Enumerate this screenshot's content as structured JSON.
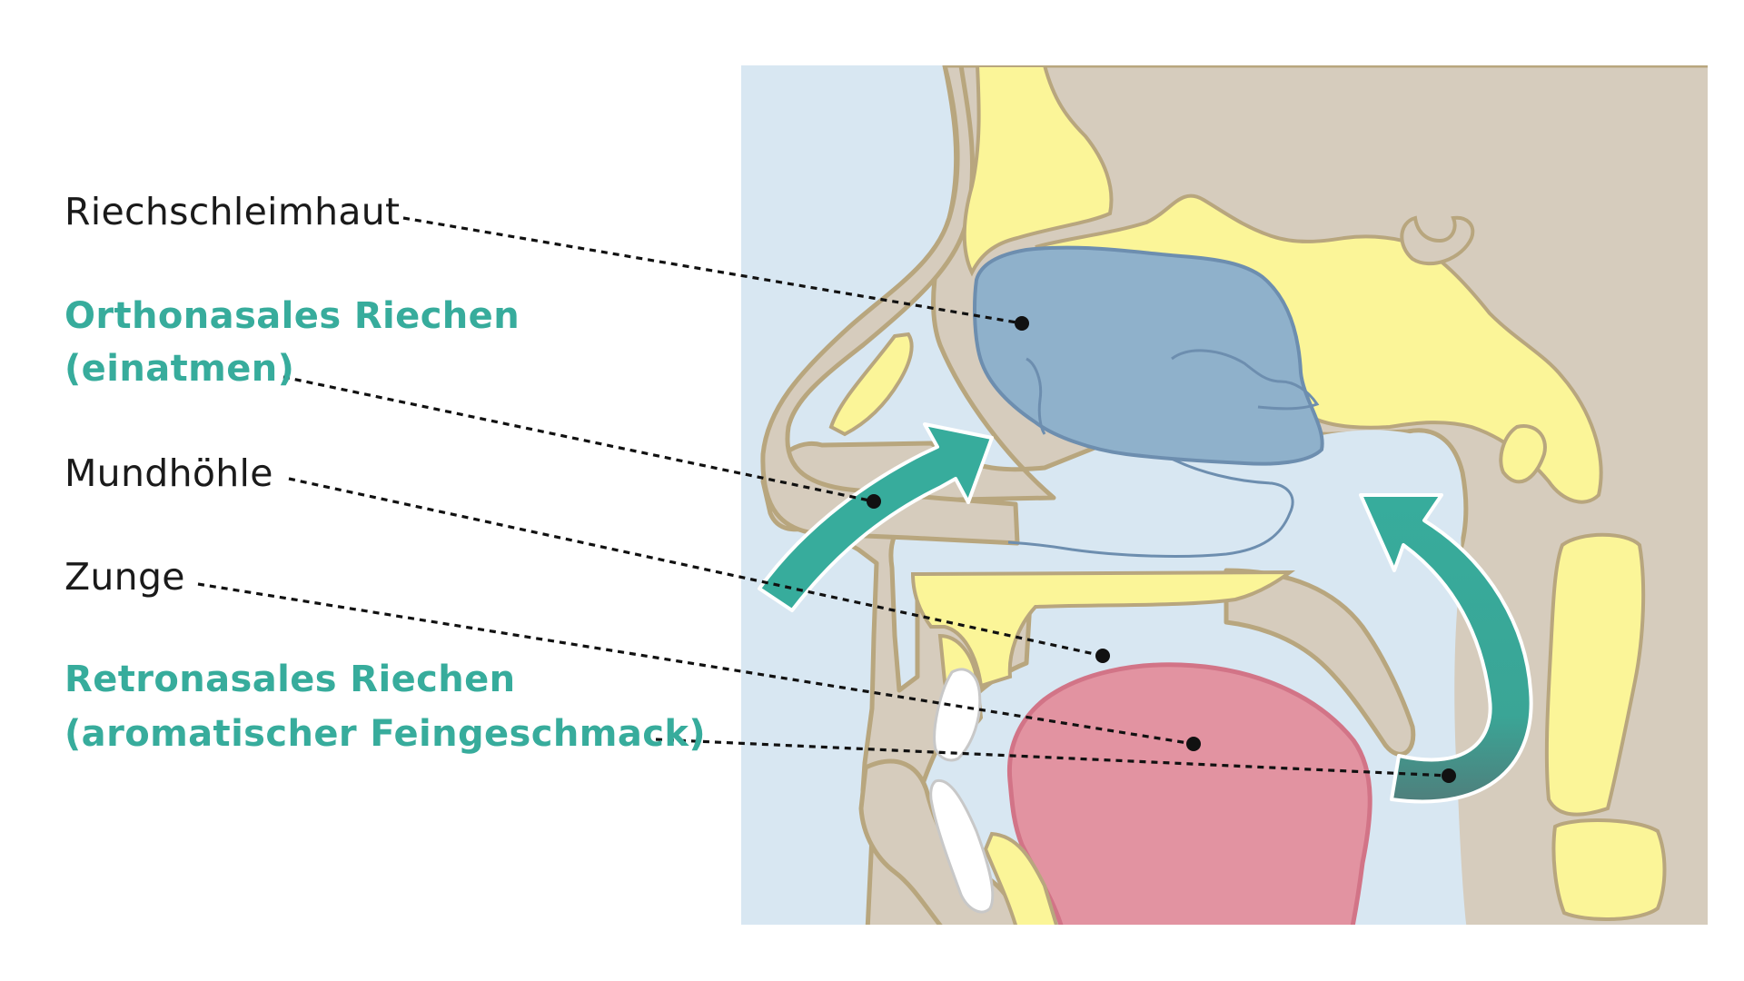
{
  "colors": {
    "background": "#ffffff",
    "air": "#d8e7f2",
    "tissue": "#d6ccbd",
    "tissue_outline": "#b8a67e",
    "bone": "#fbf598",
    "olfactory_mucosa": "#8fb1cb",
    "olfactory_outline": "#6d8eaf",
    "tongue": "#e293a1",
    "tongue_outline": "#d27487",
    "teeth": "#ffffff",
    "arrow": "#37ac9c",
    "accent_text": "#37ac9c",
    "plain_text": "#1a1a1a",
    "leader_line": "#111111"
  },
  "labels": [
    {
      "id": "riechschleimhaut",
      "lines": [
        "Riechschleimhaut"
      ],
      "accent": false
    },
    {
      "id": "orthonasal",
      "lines": [
        "Orthonasales Riechen",
        "(einatmen)"
      ],
      "accent": true
    },
    {
      "id": "mundhoehle",
      "lines": [
        "Mundhöhle"
      ],
      "accent": false
    },
    {
      "id": "zunge",
      "lines": [
        "Zunge"
      ],
      "accent": false
    },
    {
      "id": "retronasal",
      "lines": [
        "Retronasales Riechen",
        "(aromatischer Feingeschmack)"
      ],
      "accent": true
    }
  ],
  "arrows": [
    {
      "id": "orthonasal-airflow",
      "direction": "inward",
      "icon": "curved-arrow-up-right"
    },
    {
      "id": "retronasal-airflow",
      "direction": "upward",
      "icon": "curved-arrow-up-left"
    }
  ]
}
